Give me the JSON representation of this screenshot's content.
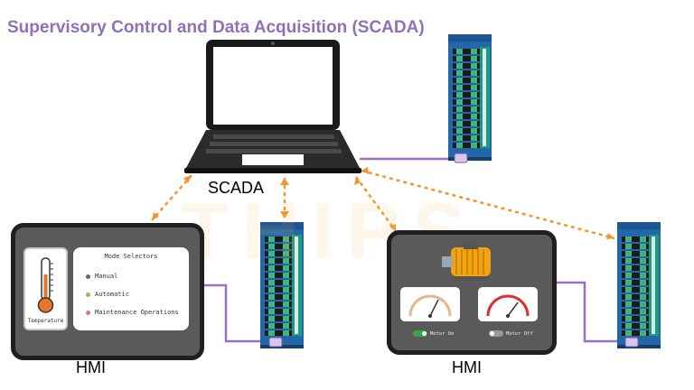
{
  "title": "Supervisory Control and Data Acquisition (SCADA)",
  "labels": {
    "scada": "SCADA",
    "hmi_left": "HMI",
    "hmi_right": "HMI"
  },
  "watermark": "THIPS",
  "hmi_left": {
    "thermometer_label": "Temperature",
    "mode_title": "Mode Selectors",
    "modes": [
      {
        "label": "Manual",
        "color": "#666666"
      },
      {
        "label": "Automatic",
        "color": "#8bc34a"
      },
      {
        "label": "Maintenance Operations",
        "color": "#e57373"
      }
    ]
  },
  "hmi_right": {
    "toggle_on_label": "Motor On",
    "toggle_off_label": "Motor Off"
  },
  "colors": {
    "title": "#8e72b8",
    "link_dashed": "#f0962c",
    "cable": "#9b6fc4",
    "plc_body": "#2467a8",
    "terminal_green": "#1e9d73",
    "motor": "#f2a40f"
  },
  "icons": [
    "laptop-icon",
    "plc-module-icon",
    "thermometer-icon",
    "motor-icon",
    "gauge-icon",
    "toggle-switch-icon"
  ]
}
